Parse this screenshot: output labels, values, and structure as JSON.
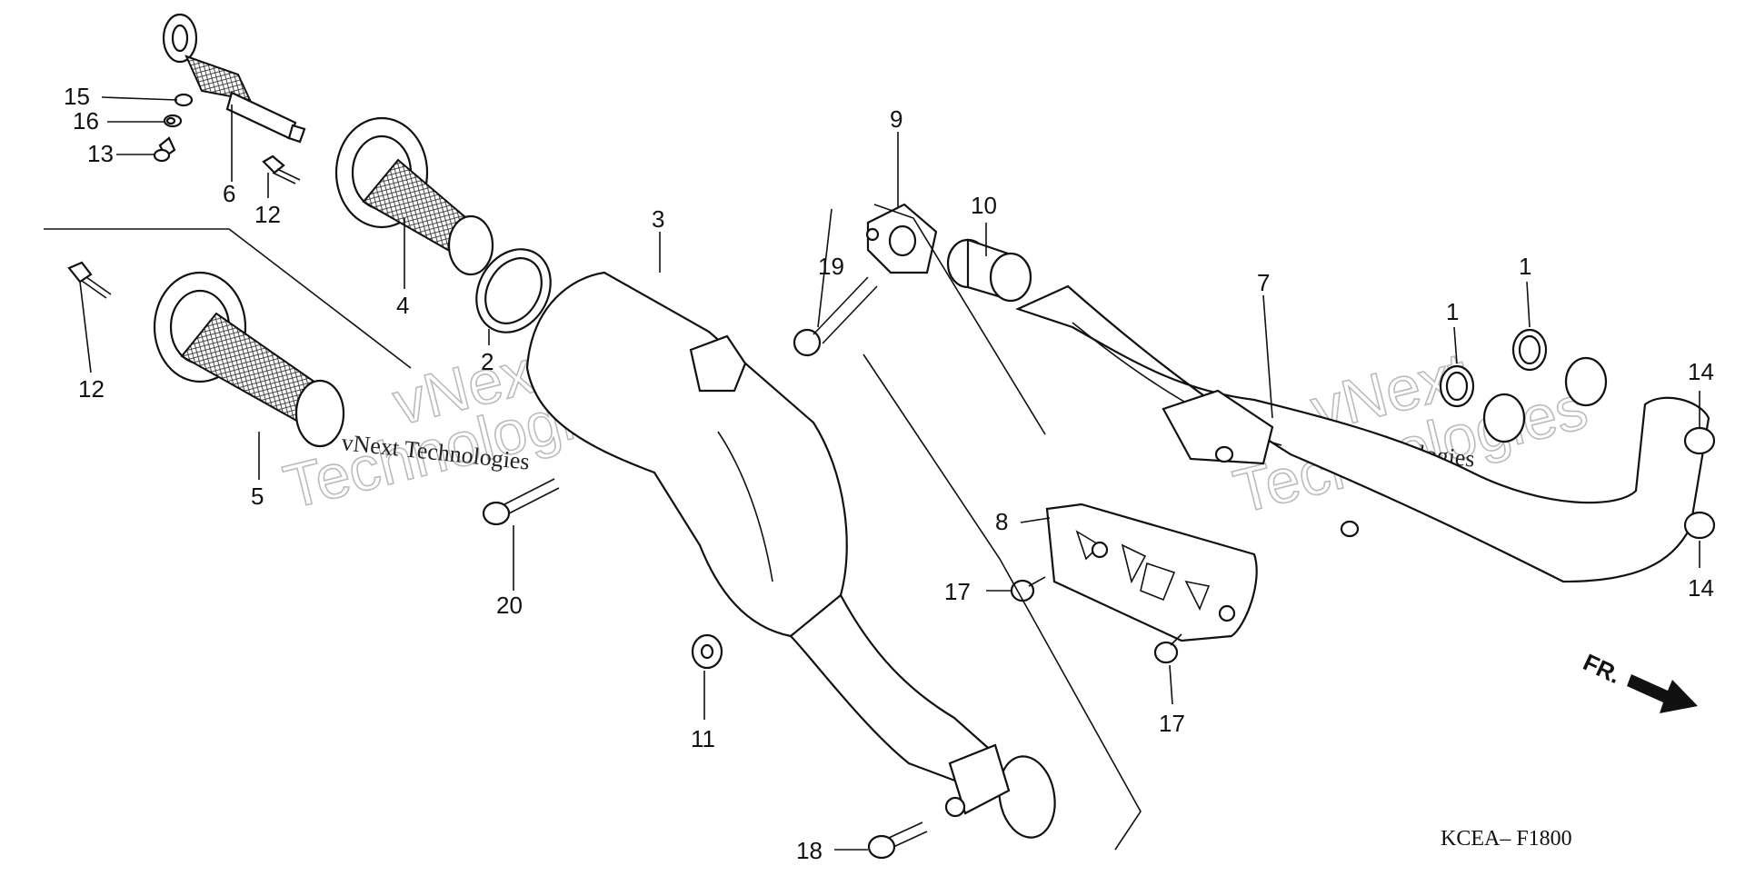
{
  "diagram": {
    "code": "KCEA– F1800",
    "direction_label": "FR.",
    "watermark_small": "vNext Technologies",
    "watermark_big_line1": "vNext",
    "watermark_big_line2": "Technologies",
    "callouts": {
      "c1a": "1",
      "c1b": "1",
      "c2": "2",
      "c3": "3",
      "c4": "4",
      "c5": "5",
      "c6": "6",
      "c7": "7",
      "c8": "8",
      "c9": "9",
      "c10": "10",
      "c11": "11",
      "c12a": "12",
      "c12b": "12",
      "c13": "13",
      "c14a": "14",
      "c14b": "14",
      "c15": "15",
      "c16": "16",
      "c17a": "17",
      "c17b": "17",
      "c18": "18",
      "c19": "19",
      "c20": "20"
    }
  }
}
